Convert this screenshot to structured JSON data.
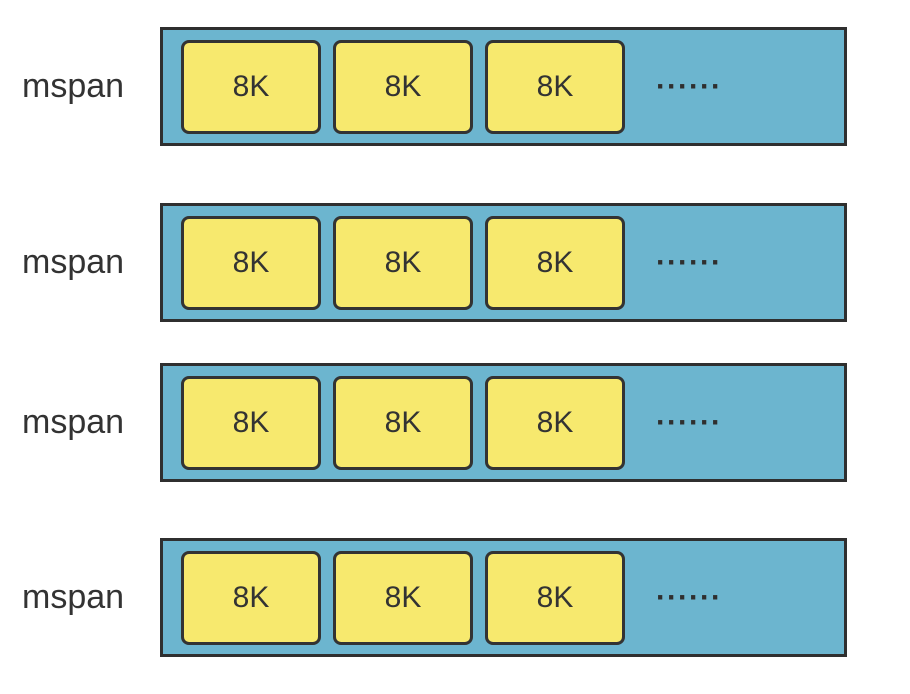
{
  "spans": [
    {
      "label": "mspan",
      "pages": [
        "8K",
        "8K",
        "8K"
      ],
      "more": "······"
    },
    {
      "label": "mspan",
      "pages": [
        "8K",
        "8K",
        "8K"
      ],
      "more": "······"
    },
    {
      "label": "mspan",
      "pages": [
        "8K",
        "8K",
        "8K"
      ],
      "more": "······"
    },
    {
      "label": "mspan",
      "pages": [
        "8K",
        "8K",
        "8K"
      ],
      "more": "······"
    }
  ],
  "colors": {
    "span_fill": "#6cb5cf",
    "page_fill": "#f7e96e",
    "border": "#2f2f2f",
    "text": "#333333"
  }
}
